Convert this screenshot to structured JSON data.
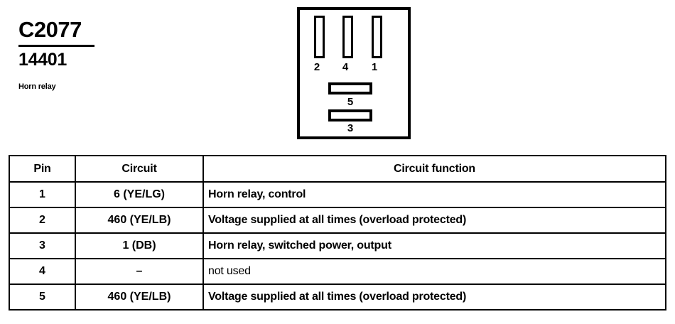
{
  "header": {
    "connector_code": "C2077",
    "part_number": "14401",
    "component_name": "Horn relay"
  },
  "connector": {
    "vertical_pins": [
      {
        "label": "2",
        "name": "connector-slot-pin-2"
      },
      {
        "label": "4",
        "name": "connector-slot-pin-4"
      },
      {
        "label": "1",
        "name": "connector-slot-pin-1"
      }
    ],
    "horizontal_pins": [
      {
        "label": "5",
        "name": "connector-slot-pin-5"
      },
      {
        "label": "3",
        "name": "connector-slot-pin-3"
      }
    ]
  },
  "table": {
    "columns": [
      "Pin",
      "Circuit",
      "Circuit function"
    ],
    "rows": [
      {
        "pin": "1",
        "circuit": "6 (YE/LG)",
        "function": "Horn relay, control"
      },
      {
        "pin": "2",
        "circuit": "460 (YE/LB)",
        "function": "Voltage supplied at all times (overload protected)"
      },
      {
        "pin": "3",
        "circuit": "1 (DB)",
        "function": "Horn relay, switched power, output"
      },
      {
        "pin": "4",
        "circuit": "–",
        "function": "not used"
      },
      {
        "pin": "5",
        "circuit": "460 (YE/LB)",
        "function": "Voltage supplied at all times (overload protected)"
      }
    ]
  },
  "colors": {
    "ink": "#000000",
    "paper": "#ffffff"
  }
}
